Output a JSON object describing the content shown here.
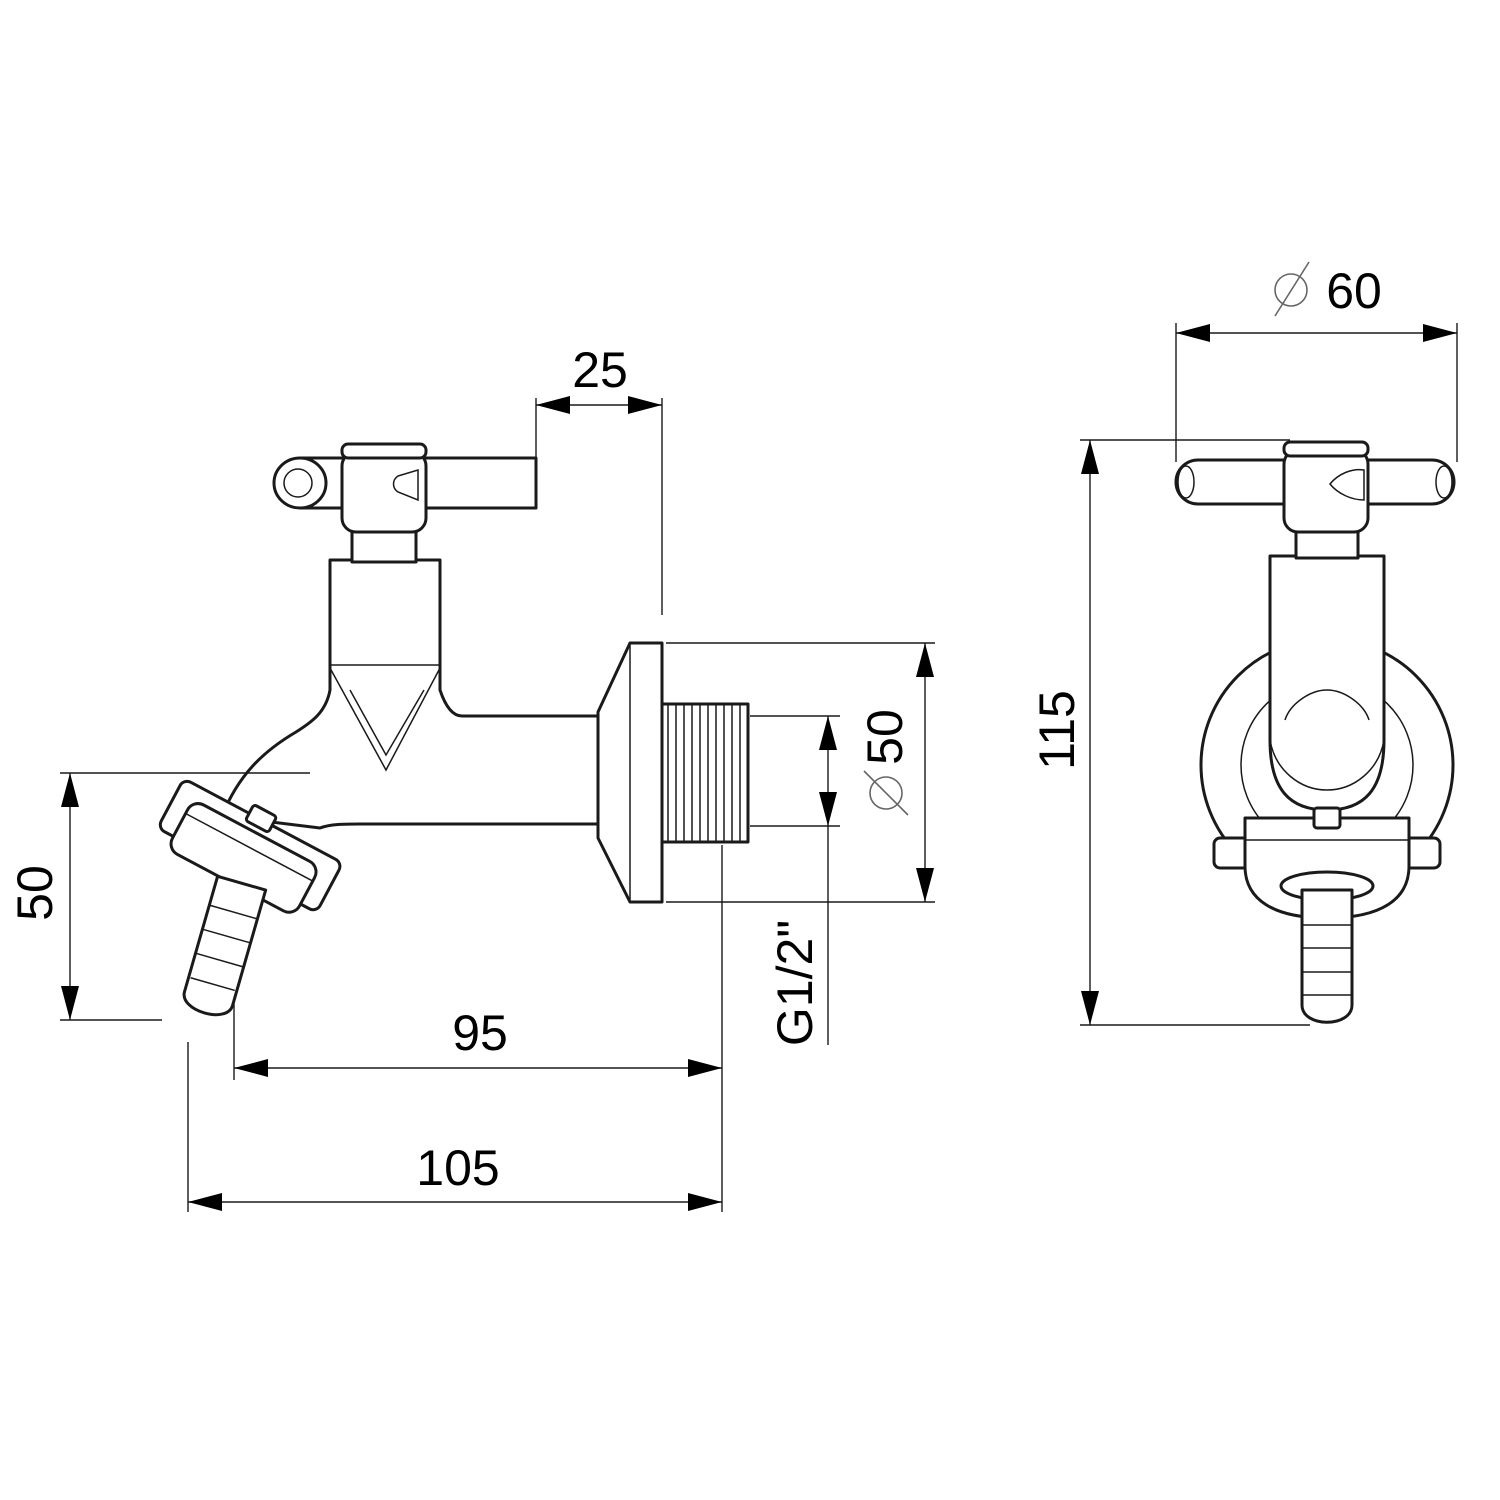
{
  "side_view": {
    "dim_handle_offset": "25",
    "dim_outlet_height": "50",
    "dim_thread_length": "95",
    "dim_overall_length": "105",
    "dim_flange_diameter": "50",
    "thread_label": "G1/2\""
  },
  "front_view": {
    "dim_handle_width": "60",
    "dim_overall_height": "115"
  },
  "symbols": {
    "diameter": "⌀"
  }
}
